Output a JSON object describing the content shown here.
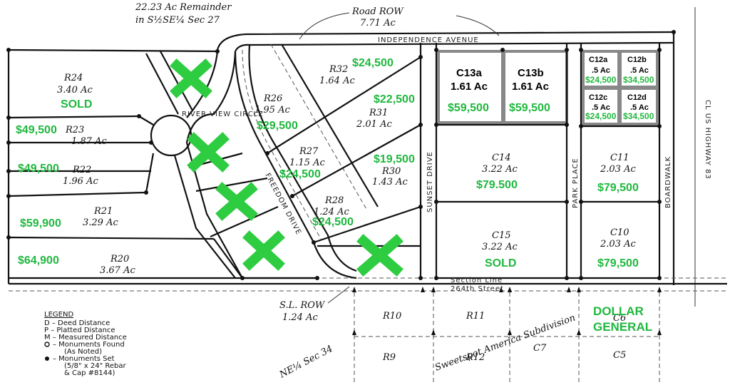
{
  "header": {
    "remainder_line1": "22.23 Ac Remainder",
    "remainder_line2": "in S½SE¼ Sec 27",
    "road_row_label": "Road ROW",
    "road_row_acres": "7.71 Ac"
  },
  "streets": {
    "independence": "INDEPENDENCE AVENUE",
    "river_view": "RIVER VIEW CIRCLE",
    "freedom": "FREEDOM DRIVE",
    "sunset": "SUNSET DRIVE",
    "park_place": "PARK PLACE",
    "boardwalk": "BOARDWALK",
    "highway": "CL US HIGHWAY 83",
    "section_line": "Section Line",
    "street_264": "264th Street"
  },
  "lots": {
    "r24": {
      "name": "R24",
      "acres": "3.40 Ac",
      "status": "SOLD"
    },
    "r23": {
      "name": "R23",
      "acres": "1.87 Ac",
      "price": "$49,500"
    },
    "r22": {
      "name": "R22",
      "acres": "1.96 Ac",
      "price": "$49,500"
    },
    "r21": {
      "name": "R21",
      "acres": "3.29 Ac",
      "price": "$59,900"
    },
    "r20": {
      "name": "R20",
      "acres": "3.67 Ac",
      "price": "$64,900"
    },
    "r26": {
      "name": "R26",
      "acres": "1.95 Ac",
      "price": "$29,500"
    },
    "r27": {
      "name": "R27",
      "acres": "1.15 Ac",
      "price": "$24,500"
    },
    "r28": {
      "name": "R28",
      "acres": "1.24 Ac",
      "price": "$24,500"
    },
    "r32": {
      "name": "R32",
      "acres": "1.64 Ac",
      "price": "$24,500"
    },
    "r31": {
      "name": "R31",
      "acres": "2.01 Ac",
      "price": "$22,500"
    },
    "r30": {
      "name": "R30",
      "acres": "1.43 Ac",
      "price": "$19,500"
    },
    "c13a": {
      "name": "C13a",
      "acres": "1.61 Ac",
      "price": "$59,500"
    },
    "c13b": {
      "name": "C13b",
      "acres": "1.61 Ac",
      "price": "$59,500"
    },
    "c12a": {
      "name": "C12a",
      "acres": ".5 Ac",
      "price": "$24,500"
    },
    "c12b": {
      "name": "C12b",
      "acres": ".5 Ac",
      "price": "$34,500"
    },
    "c12c": {
      "name": "C12c",
      "acres": ".5 Ac",
      "price": "$24,500"
    },
    "c12d": {
      "name": "C12d",
      "acres": ".5 Ac",
      "price": "$34,500"
    },
    "c14": {
      "name": "C14",
      "acres": "3.22 Ac",
      "price": "$79.500"
    },
    "c15": {
      "name": "C15",
      "acres": "3.22 Ac",
      "status": "SOLD"
    },
    "c11": {
      "name": "C11",
      "acres": "2.03 Ac",
      "price": "$79,500"
    },
    "c10": {
      "name": "C10",
      "acres": "2.03 Ac",
      "price": "$79,500"
    }
  },
  "south": {
    "sl_row_label": "S.L. ROW",
    "sl_row_acres": "1.24 Ac",
    "ne_sec": "NE¼ Sec 34",
    "subdivision": "Sweetspot America Subdivision",
    "r10": "R10",
    "r11": "R11",
    "r9": "R9",
    "r12": "R12",
    "c7": "C7",
    "c6": "C6",
    "c5": "C5",
    "dollar_general_1": "DOLLAR",
    "dollar_general_2": "GENERAL"
  },
  "legend": {
    "title": "LEGEND",
    "items": [
      "D  –  Deed Distance",
      "P  –  Platted Distance",
      "M  –  Measured Distance",
      "–  Monuments Found",
      "(As Noted)",
      "–  Monuments Set",
      "(5/8\" x 24\" Rebar",
      "& Cap #8144)"
    ]
  },
  "colors": {
    "price_green": "#1fb83e",
    "sold_mark": "#2ecc40",
    "line": "#111111"
  }
}
